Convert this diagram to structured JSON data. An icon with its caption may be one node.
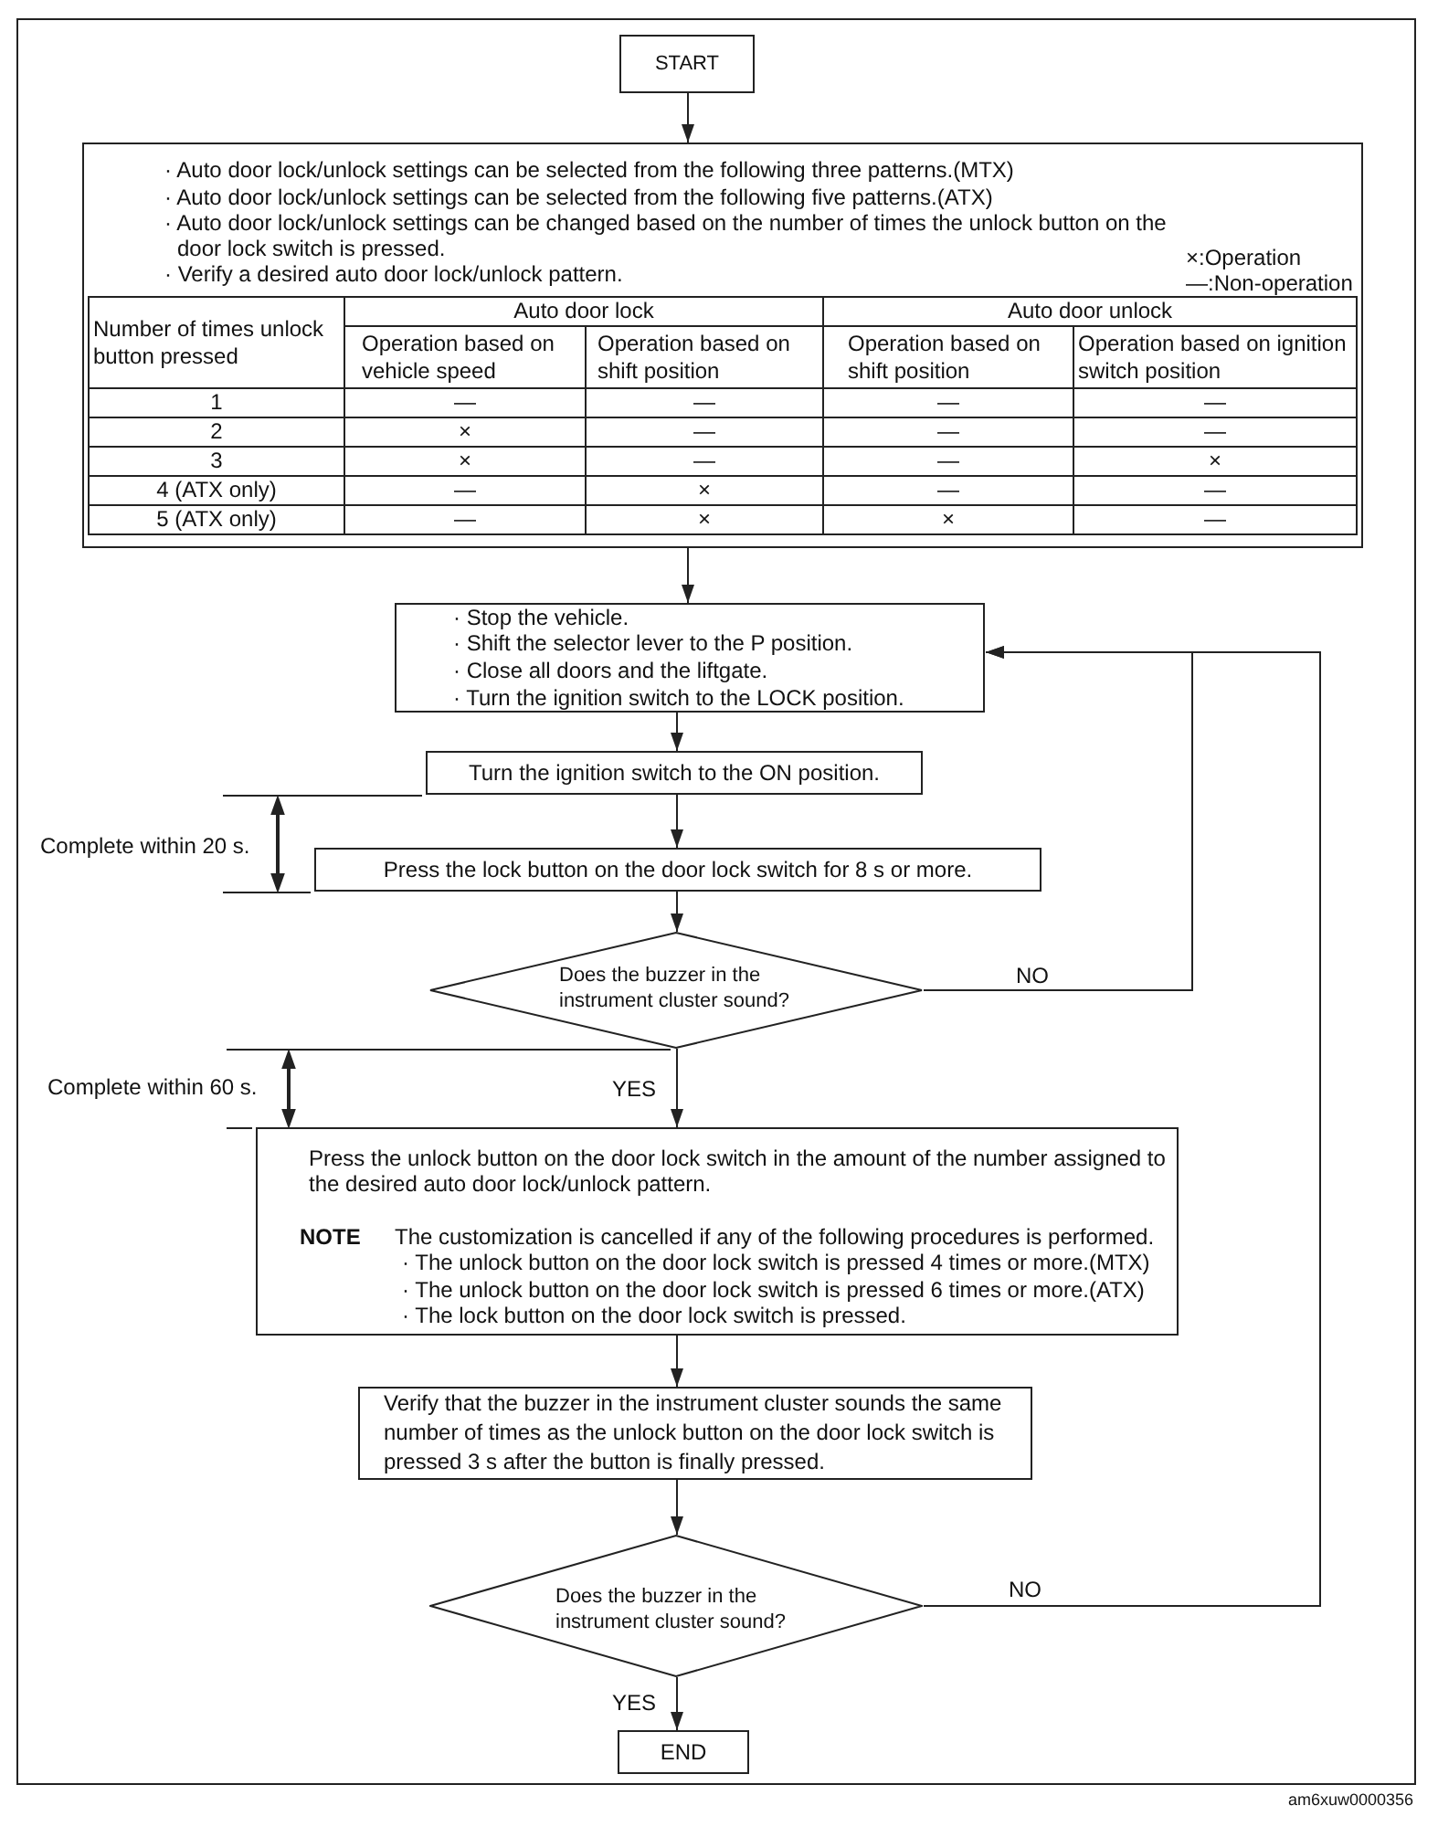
{
  "diagram": {
    "nodes": [
      {
        "text": [
          "START"
        ]
      },
      {
        "text": [
          "· Auto door lock/unlock settings can be selected from the following three patterns.(MTX)",
          "· Auto door lock/unlock settings can be selected from the following five patterns.(ATX)",
          "· Auto door lock/unlock settings can be changed based on the number of times the unlock button on the door lock switch is pressed.",
          "· Verify a desired auto door lock/unlock pattern.",
          "×:Operation",
          "—:Non-operation"
        ]
      },
      {
        "text": [
          "· Stop the vehicle.",
          "· Shift the selector lever to the P position.",
          "· Close all doors and the liftgate.",
          "· Turn the ignition switch to the LOCK position."
        ]
      },
      {
        "text": [
          "Turn the ignition switch to the ON position."
        ]
      },
      {
        "text": [
          "Press the lock button on the door lock switch for 8 s or more."
        ]
      },
      {
        "text": [
          "Does the buzzer in the instrument cluster sound?"
        ]
      },
      {
        "text": [
          "Press the unlock button on the door lock switch in the amount of the number assigned to the desired auto door lock/unlock pattern.",
          "NOTE",
          "The customization is cancelled if any of the following procedures is performed.",
          "· The unlock button on the door lock switch is pressed 4 times or more.(MTX)",
          "· The unlock button on the door lock switch is pressed 6 times or more.(ATX)",
          "· The lock button on the door lock switch is pressed."
        ]
      },
      {
        "text": [
          "Verify that the buzzer in the instrument cluster sounds the same number of times as the unlock button on the door lock switch is pressed 3 s after the button is finally pressed."
        ]
      },
      {
        "text": [
          "Does the buzzer in the instrument cluster sound?"
        ]
      },
      {
        "text": [
          "END"
        ]
      }
    ],
    "edges": [
      {
        "from": 0,
        "to": 1,
        "arrow": "to"
      },
      {
        "from": 1,
        "to": 2,
        "arrow": "to"
      },
      {
        "from": 2,
        "to": 3,
        "arrow": "to"
      },
      {
        "from": 3,
        "to": 4,
        "arrow": "to"
      },
      {
        "from": 4,
        "to": 5,
        "arrow": "to"
      },
      {
        "from": 5,
        "to": 6,
        "arrow": "to",
        "label": "YES"
      },
      {
        "from": 5,
        "to": 2,
        "arrow": "to",
        "label": "NO"
      },
      {
        "from": 6,
        "to": 7,
        "arrow": "to"
      },
      {
        "from": 7,
        "to": 8,
        "arrow": "to"
      },
      {
        "from": 8,
        "to": 9,
        "arrow": "to",
        "label": "YES"
      },
      {
        "from": 8,
        "to": 2,
        "arrow": "to",
        "label": "NO"
      }
    ],
    "labels": [
      "Number of times unlock button pressed",
      "Auto door lock",
      "Auto door unlock",
      "Operation based on vehicle speed",
      "Operation based on shift position",
      "Operation based on shift position",
      "Operation based on ignition switch position",
      "1",
      "—",
      "—",
      "—",
      "—",
      "2",
      "×",
      "—",
      "—",
      "—",
      "3",
      "×",
      "—",
      "—",
      "×",
      "4 (ATX only)",
      "—",
      "×",
      "—",
      "—",
      "5 (ATX only)",
      "—",
      "×",
      "×",
      "—",
      "Complete within 20 s.",
      "Complete within 60 s.",
      "am6xuw0000356"
    ]
  }
}
